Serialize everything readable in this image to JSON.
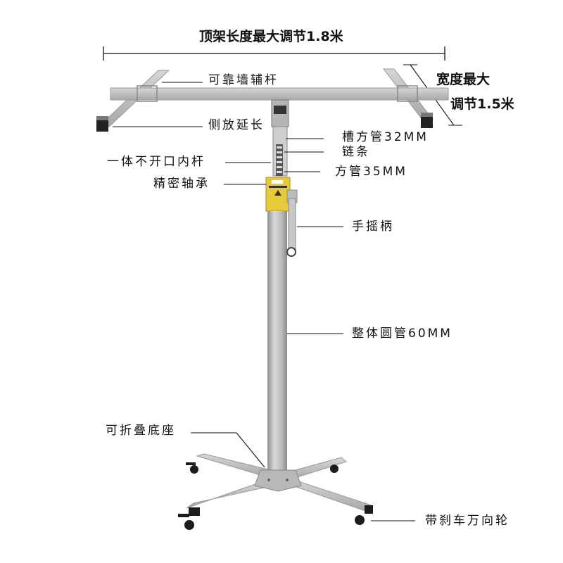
{
  "dimensions": {
    "top_length": "顶架长度最大调节1.8米",
    "width_line1": "宽度最大",
    "width_line2": "调节1.5米"
  },
  "callouts": {
    "wall_rod": "可靠墙辅杆",
    "side_extension": "侧放延长",
    "channel_tube": "槽方管32MM",
    "chain": "链条",
    "inner_rod": "一体不开口内杆",
    "square_tube": "方管35MM",
    "bearing": "精密轴承",
    "hand_crank": "手摇柄",
    "round_tube": "整体圆管60MM",
    "folding_base": "可折叠底座",
    "caster_wheels": "带刹车万向轮"
  },
  "colors": {
    "metal": "#c4c4c4",
    "metal_dark": "#9a9a9a",
    "warning_label": "#e8c93a",
    "wheel": "#1c1c1c",
    "line": "#111111"
  }
}
